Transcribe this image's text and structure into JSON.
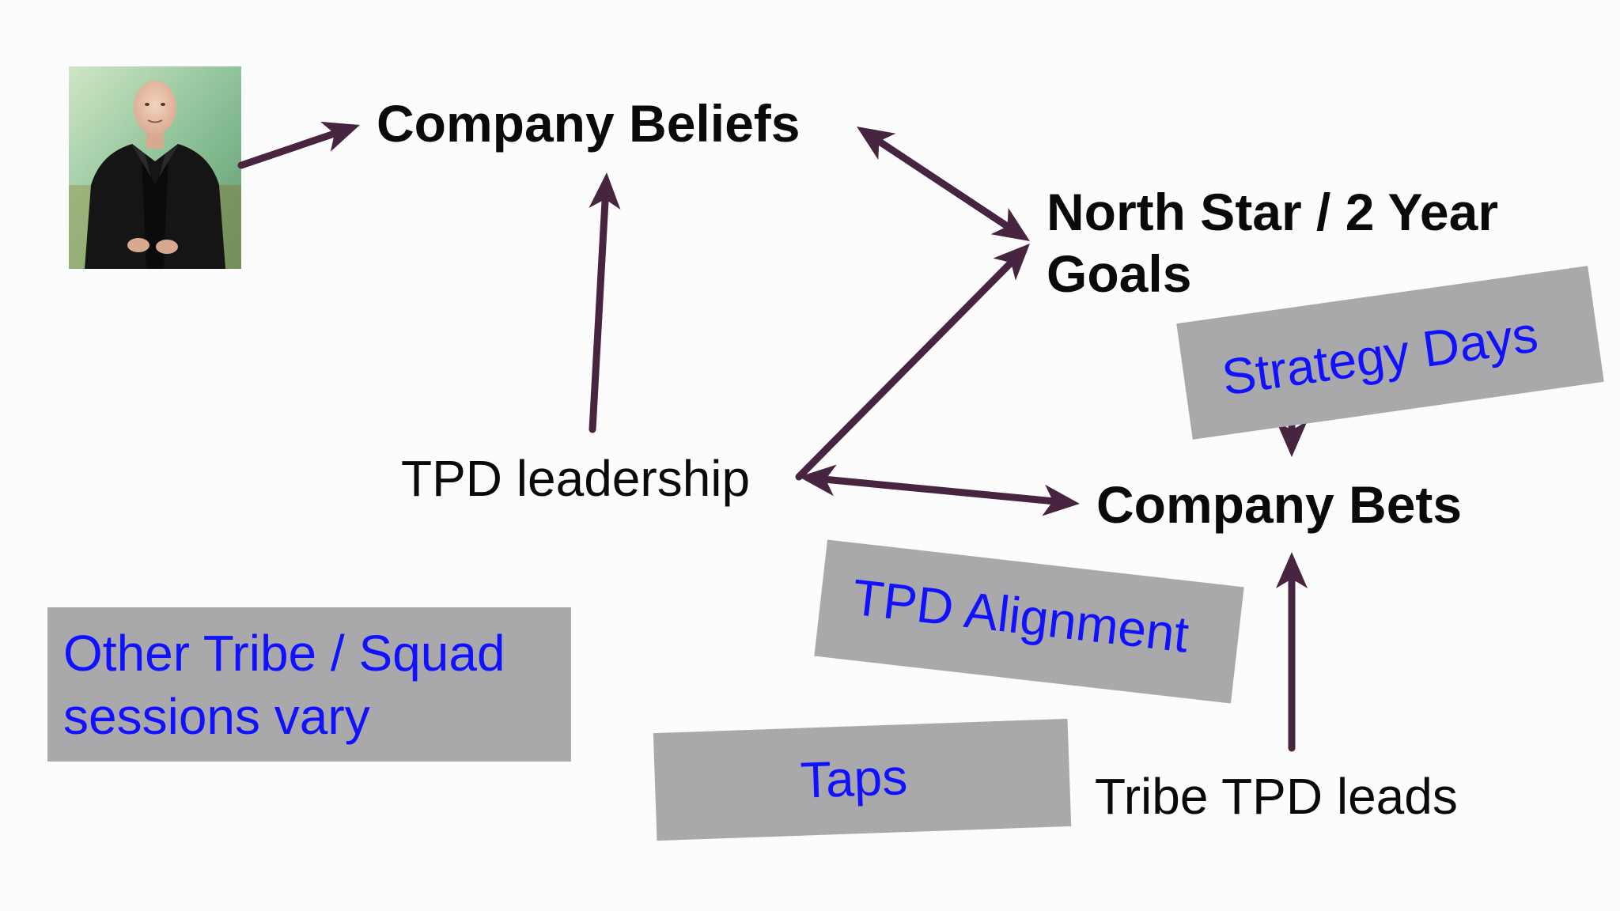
{
  "nodes": {
    "company_beliefs": "Company Beliefs",
    "north_star_line1": "North Star / 2 Year",
    "north_star_line2": "Goals",
    "tpd_leadership": "TPD leadership",
    "company_bets": "Company Bets",
    "tribe_tpd_leads": "Tribe TPD leads"
  },
  "callouts": {
    "strategy_days": "Strategy Days",
    "tpd_alignment": "TPD Alignment",
    "taps": "Taps",
    "other_tribe_line1": "Other Tribe / Squad",
    "other_tribe_line2": "sessions vary"
  },
  "colors": {
    "arrow": "#47243f",
    "callout_fill": "#a9a8ab",
    "callout_text": "#1111ff",
    "node_text": "#0a0a0a"
  },
  "photo": {
    "icon": "person-portrait-icon"
  }
}
